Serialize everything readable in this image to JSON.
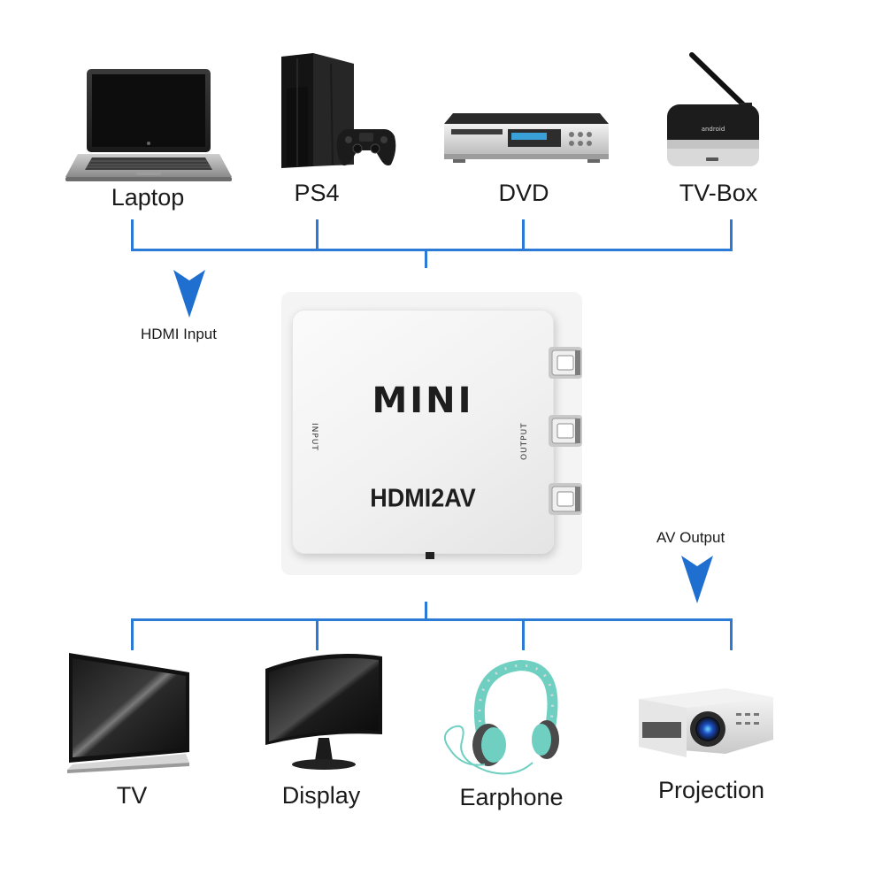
{
  "sources": [
    {
      "label": "Laptop",
      "icon": "laptop-icon"
    },
    {
      "label": "PS4",
      "icon": "ps4-console-icon"
    },
    {
      "label": "DVD",
      "icon": "dvd-player-icon"
    },
    {
      "label": "TV-Box",
      "icon": "tv-box-icon"
    }
  ],
  "input_label": "HDMI Input",
  "output_label": "AV Output",
  "converter": {
    "brand": "MINI",
    "model": "HDMI2AV",
    "input_port_label": "INPUT",
    "output_port_label": "OUTPUT"
  },
  "outputs": [
    {
      "label": "TV",
      "icon": "tv-icon"
    },
    {
      "label": "Display",
      "icon": "curved-display-icon"
    },
    {
      "label": "Earphone",
      "icon": "headphones-icon"
    },
    {
      "label": "Projection",
      "icon": "projector-icon"
    }
  ],
  "colors": {
    "connector_line": "#2b7bd6",
    "arrow": "#1f6fd0"
  }
}
